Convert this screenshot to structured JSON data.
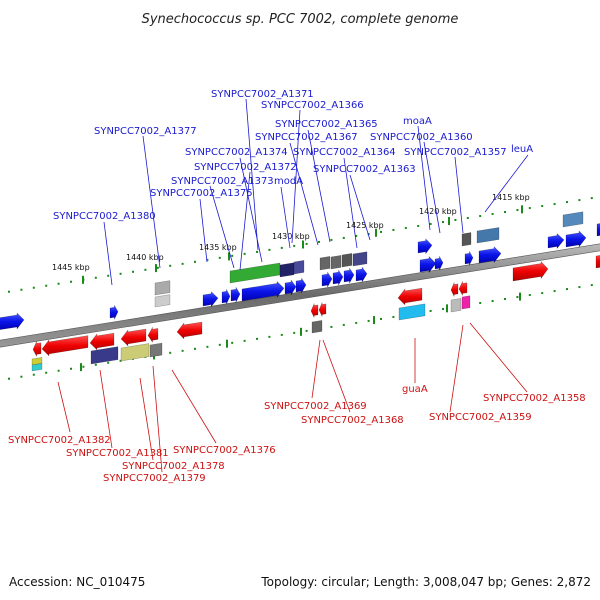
{
  "title": "Synechococcus sp. PCC 7002, complete genome",
  "footer": {
    "accession": "Accession: NC_010475",
    "topology": "Topology: circular; Length: 3,008,047 bp; Genes: 2,872"
  },
  "scale_labels": [
    "1445 kbp",
    "1440 kbp",
    "1435 kbp",
    "1430 kbp",
    "1425 kbp",
    "1420 kbp",
    "1415 kbp"
  ],
  "top_labels": [
    "SYNPCC7002_A1371",
    "SYNPCC7002_A1366",
    "SYNPCC7002_A1377",
    "SYNPCC7002_A1365",
    "moaA",
    "SYNPCC7002_A1367",
    "SYNPCC7002_A1360",
    "SYNPCC7002_A1374",
    "SYNPCC7002_A1364",
    "SYNPCC7002_A1357",
    "leuA",
    "SYNPCC7002_A1372",
    "SYNPCC7002_A1363",
    "SYNPCC7002_A1373",
    "modA",
    "SYNPCC7002_A1375",
    "SYNPCC7002_A1380"
  ],
  "bottom_labels": [
    "guaA",
    "SYNPCC7002_A1358",
    "SYNPCC7002_A1369",
    "SYNPCC7002_A1359",
    "SYNPCC7002_A1368",
    "SYNPCC7002_A1382",
    "SYNPCC7002_A1376",
    "SYNPCC7002_A1381",
    "SYNPCC7002_A1378",
    "SYNPCC7002_A1379"
  ],
  "colors": {
    "forward_gene": "#0000ee",
    "reverse_gene": "#ee0000",
    "backbone": "#777777",
    "top_label": "#1a1ad0",
    "bottom_label": "#cc1111",
    "tick": "#1a8a1a"
  }
}
